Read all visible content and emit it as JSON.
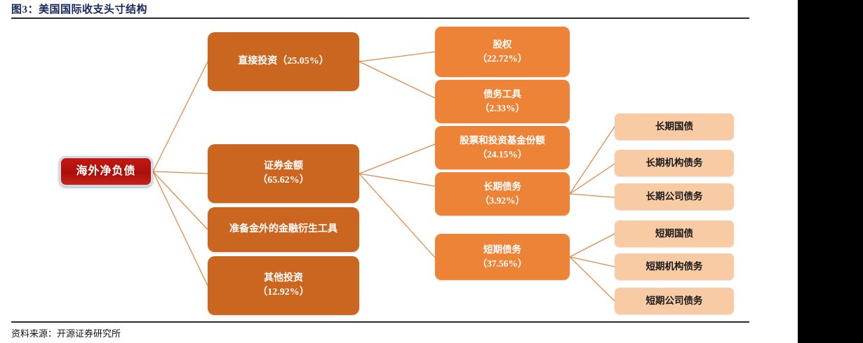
{
  "figure": {
    "title": "图3：美国国际收支头寸结构",
    "source": "资料来源：开源证券研究所",
    "title_color": "#17265c",
    "accent_colors": {
      "root": "#b3140d",
      "level1": "#cb6620",
      "level2": "#ed8337",
      "level3": "#f8cba4",
      "connector": "#e08a4e"
    }
  },
  "root": {
    "label": "海外净负债"
  },
  "level1": [
    {
      "name": "direct-investment",
      "line1": "直接投资（25.05%）",
      "line2": ""
    },
    {
      "name": "securities-amount",
      "line1": "证券金额",
      "line2": "（65.62%）"
    },
    {
      "name": "financial-derivatives",
      "line1": "准备金外的金融衍生工具",
      "line2": ""
    },
    {
      "name": "other-investment",
      "line1": "其他投资",
      "line2": "（12.92%）"
    }
  ],
  "level2": [
    {
      "name": "equity",
      "line1": "股权",
      "line2": "（22.72%）"
    },
    {
      "name": "debt-instruments",
      "line1": "债务工具",
      "line2": "（2.33%）"
    },
    {
      "name": "stocks-and-fund-shares",
      "line1": "股票和投资基金份额",
      "line2": "（24.15%）"
    },
    {
      "name": "long-term-debt",
      "line1": "长期债务",
      "line2": "（3.92%）"
    },
    {
      "name": "short-term-debt",
      "line1": "短期债务",
      "line2": "（37.56%）"
    }
  ],
  "level3": [
    {
      "name": "long-term-treasury",
      "label": "长期国债"
    },
    {
      "name": "long-term-agency-debt",
      "label": "长期机构债务"
    },
    {
      "name": "long-term-corporate-debt",
      "label": "长期公司债务"
    },
    {
      "name": "short-term-treasury",
      "label": "短期国债"
    },
    {
      "name": "short-term-agency-debt",
      "label": "短期机构债务"
    },
    {
      "name": "short-term-corporate-debt",
      "label": "短期公司债务"
    }
  ]
}
